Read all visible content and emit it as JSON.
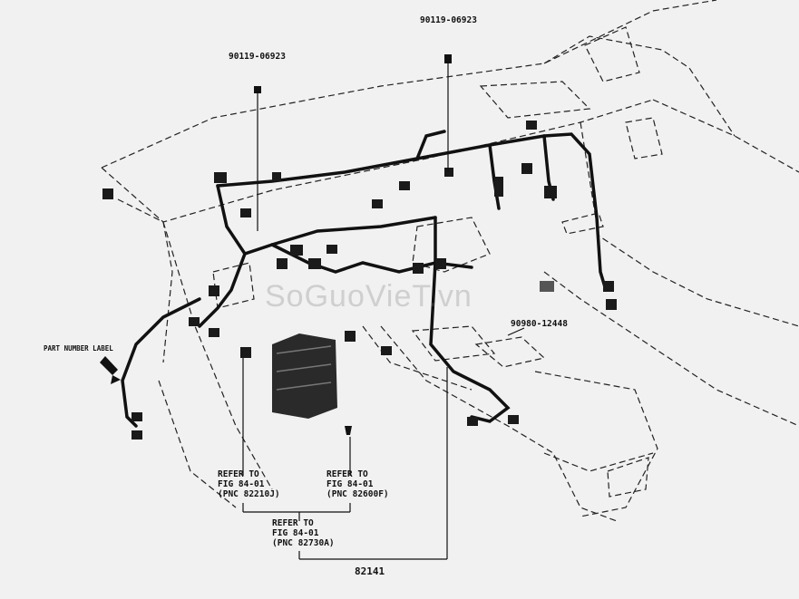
{
  "labels": {
    "bolt_left": "90119-06923",
    "bolt_right": "90119-06923",
    "clip_part": "90980-12448",
    "part_number_label": "PART NUMBER LABEL",
    "ref_82210j": "REFER TO\nFIG 84-01\n(PNC 82210J)",
    "ref_82600f": "REFER TO\nFIG 84-01\n(PNC 82600F)",
    "ref_82730a": "REFER TO\nFIG 84-01\n(PNC 82730A)",
    "main_part": "82141"
  },
  "watermark": "SoGuoVieT.vn"
}
